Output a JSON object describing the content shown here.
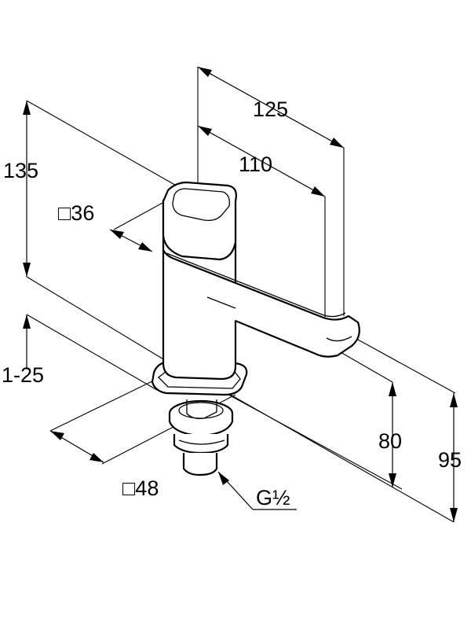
{
  "dimensions": {
    "height_total": "135",
    "spout_reach_outer": "125",
    "spout_reach_inner": "110",
    "body_square": "□36",
    "base_square": "□48",
    "deck_thickness_range": "1-25",
    "spout_height": "80",
    "overall_height": "95",
    "thread": "G½"
  }
}
